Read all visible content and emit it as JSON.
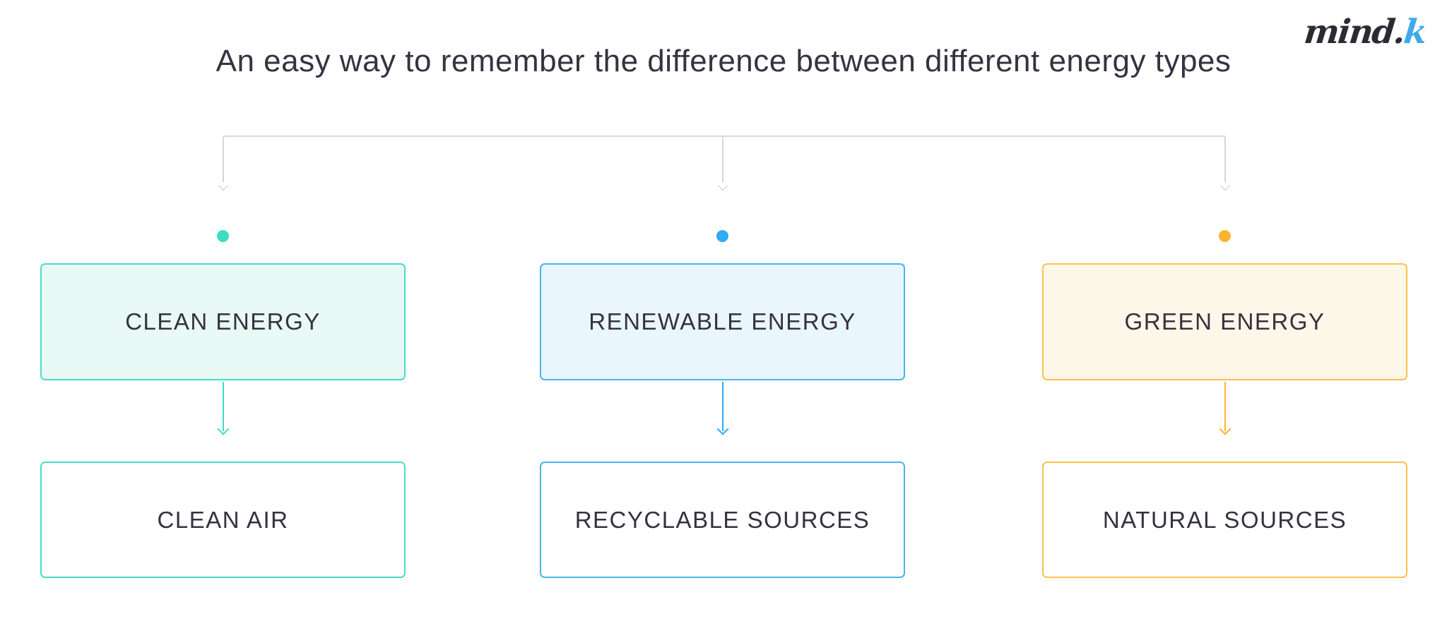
{
  "header": {
    "title": "An easy way to remember the difference between different energy types",
    "logo": {
      "word": "mind",
      "separator": ".",
      "accent_letter": "k",
      "word_color": "#2e2a33",
      "accent_color": "#3fa9ea"
    }
  },
  "connector": {
    "color": "#d6d6d6"
  },
  "label_text_color": "#35323f",
  "columns": [
    {
      "name": "clean-energy",
      "accent_color": "#3cdcc2",
      "border_color": "#49dcc6",
      "fill_color": "#e9faf6",
      "top_label": "CLEAN ENERGY",
      "bottom_label": "CLEAN AIR"
    },
    {
      "name": "renewable-energy",
      "accent_color": "#2faaf3",
      "border_color": "#48b3f1",
      "fill_color": "#e9f6fd",
      "top_label": "RENEWABLE ENERGY",
      "bottom_label": "RECYCLABLE SOURCES"
    },
    {
      "name": "green-energy",
      "accent_color": "#fcb430",
      "border_color": "#fcc14d",
      "fill_color": "#fdf7e9",
      "top_label": "GREEN ENERGY",
      "bottom_label": "NATURAL SOURCES"
    }
  ]
}
